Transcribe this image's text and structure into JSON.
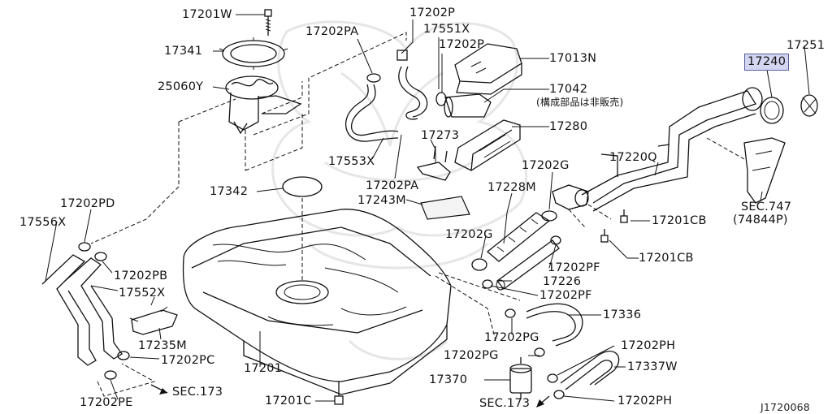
{
  "diagram": {
    "watermark": "nissan-emblem-watermark",
    "reference_code": "J1720068",
    "highlight_color": "#d3d6f0",
    "arrow_icon": "arrow-icon",
    "callouts": [
      {
        "id": "17201w",
        "text": "17201W"
      },
      {
        "id": "17341",
        "text": "17341"
      },
      {
        "id": "25060y",
        "text": "25060Y"
      },
      {
        "id": "17202pa_top",
        "text": "17202PA"
      },
      {
        "id": "17202p_top",
        "text": "17202P"
      },
      {
        "id": "17551x",
        "text": "17551X"
      },
      {
        "id": "17202p_mid",
        "text": "17202P"
      },
      {
        "id": "17013n",
        "text": "17013N"
      },
      {
        "id": "17042",
        "text": "17042"
      },
      {
        "id": "17042_note",
        "text": "(構成部品は非販売)"
      },
      {
        "id": "17280",
        "text": "17280"
      },
      {
        "id": "17273",
        "text": "17273"
      },
      {
        "id": "17553x",
        "text": "17553X"
      },
      {
        "id": "17202pa_mid",
        "text": "17202PA"
      },
      {
        "id": "17342",
        "text": "17342"
      },
      {
        "id": "17243m",
        "text": "17243M"
      },
      {
        "id": "17202pd",
        "text": "17202PD"
      },
      {
        "id": "17556x",
        "text": "17556X"
      },
      {
        "id": "17202pb",
        "text": "17202PB"
      },
      {
        "id": "17552x",
        "text": "17552X"
      },
      {
        "id": "17235m",
        "text": "17235M"
      },
      {
        "id": "17202pc",
        "text": "17202PC"
      },
      {
        "id": "17201",
        "text": "17201"
      },
      {
        "id": "17202pe",
        "text": "17202PE"
      },
      {
        "id": "sec173_left",
        "text": "SEC.173"
      },
      {
        "id": "17201c",
        "text": "17201C"
      },
      {
        "id": "17228m",
        "text": "17228M"
      },
      {
        "id": "17202g_top",
        "text": "17202G"
      },
      {
        "id": "17202g_mid",
        "text": "17202G"
      },
      {
        "id": "17220q",
        "text": "17220Q"
      },
      {
        "id": "17201cb_a",
        "text": "17201CB"
      },
      {
        "id": "17201cb_b",
        "text": "17201CB"
      },
      {
        "id": "17202pf_a",
        "text": "17202PF"
      },
      {
        "id": "17226",
        "text": "17226"
      },
      {
        "id": "17202pf_b",
        "text": "17202PF"
      },
      {
        "id": "17336",
        "text": "17336"
      },
      {
        "id": "17202pg_a",
        "text": "17202PG"
      },
      {
        "id": "17202pg_b",
        "text": "17202PG"
      },
      {
        "id": "17370",
        "text": "17370"
      },
      {
        "id": "sec173_right",
        "text": "SEC.173"
      },
      {
        "id": "17202ph_a",
        "text": "17202PH"
      },
      {
        "id": "17337w",
        "text": "17337W"
      },
      {
        "id": "17202ph_b",
        "text": "17202PH"
      },
      {
        "id": "17240",
        "text": "17240",
        "highlighted": true
      },
      {
        "id": "17251",
        "text": "17251"
      },
      {
        "id": "sec747",
        "text": "SEC.747"
      },
      {
        "id": "sec747_sub",
        "text": "(74844P)"
      }
    ]
  }
}
